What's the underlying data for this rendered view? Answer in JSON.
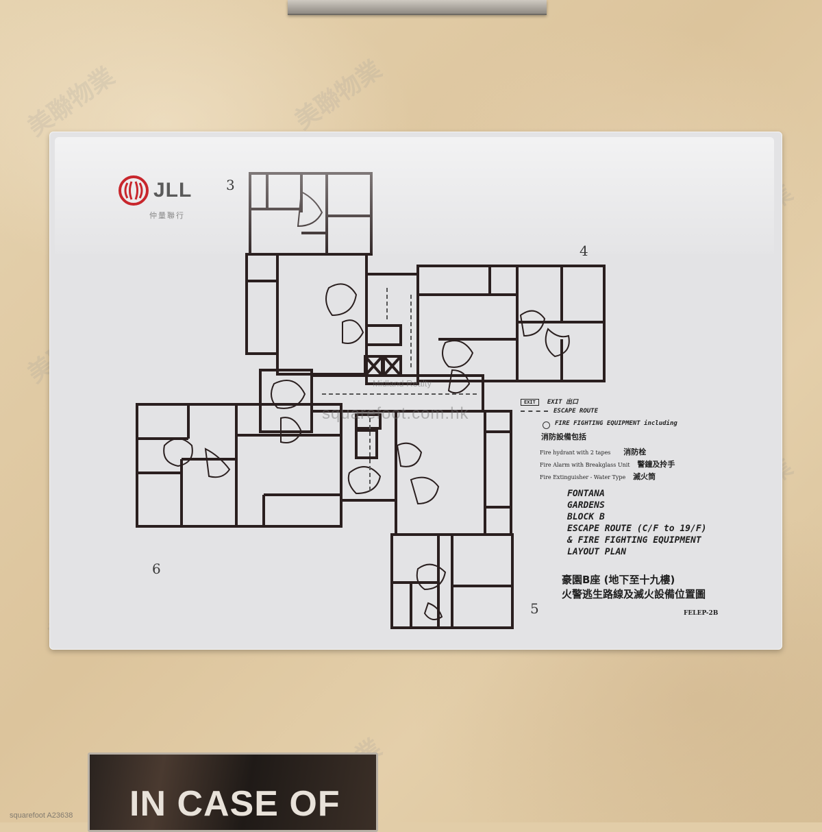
{
  "logo": {
    "brand": "JLL",
    "subtitle": "仲量聯行",
    "icon": "jll-logo-icon"
  },
  "unit_numbers": [
    "3",
    "4",
    "6",
    "5"
  ],
  "legend": {
    "exit_box": "EXIT",
    "exit_label": "EXIT 出口",
    "escape_route_label": "ESCAPE ROUTE",
    "equipment_header": "FIRE FIGHTING EQUIPMENT including",
    "equipment_header_zh": "消防設備包括",
    "hydrant_en": "Fire hydrant with 2 tapes",
    "hydrant_zh": "消防栓",
    "alarm_en": "Fire Alarm with Breakglass Unit",
    "alarm_zh": "警鐘及拎手",
    "extinguisher_en": "Fire Extinguisher - Water Type",
    "extinguisher_zh": "滅火筒"
  },
  "title_en": {
    "line1": "FONTANA",
    "line2": "GARDENS",
    "line3": "BLOCK B",
    "line4": "ESCAPE ROUTE (C/F to 19/F)",
    "line5": "& FIRE FIGHTING EQUIPMENT",
    "line6": "LAYOUT PLAN"
  },
  "title_zh": {
    "line1": "豪園B座 (地下至十九樓)",
    "line2": "火警逃生路線及滅火設備位置圖"
  },
  "ref_code": "FELEP-2B",
  "watermarks": {
    "url": "squarefoot.com.hk",
    "realty": "Midland Realty",
    "brand_zh": "美聯物業",
    "corner_id": "squarefoot A23638"
  },
  "plaque": {
    "text": "IN CASE OF"
  },
  "colors": {
    "sheet": "#e3e3e5",
    "ink": "#2a1f1f",
    "marble": "#e2cda8"
  }
}
